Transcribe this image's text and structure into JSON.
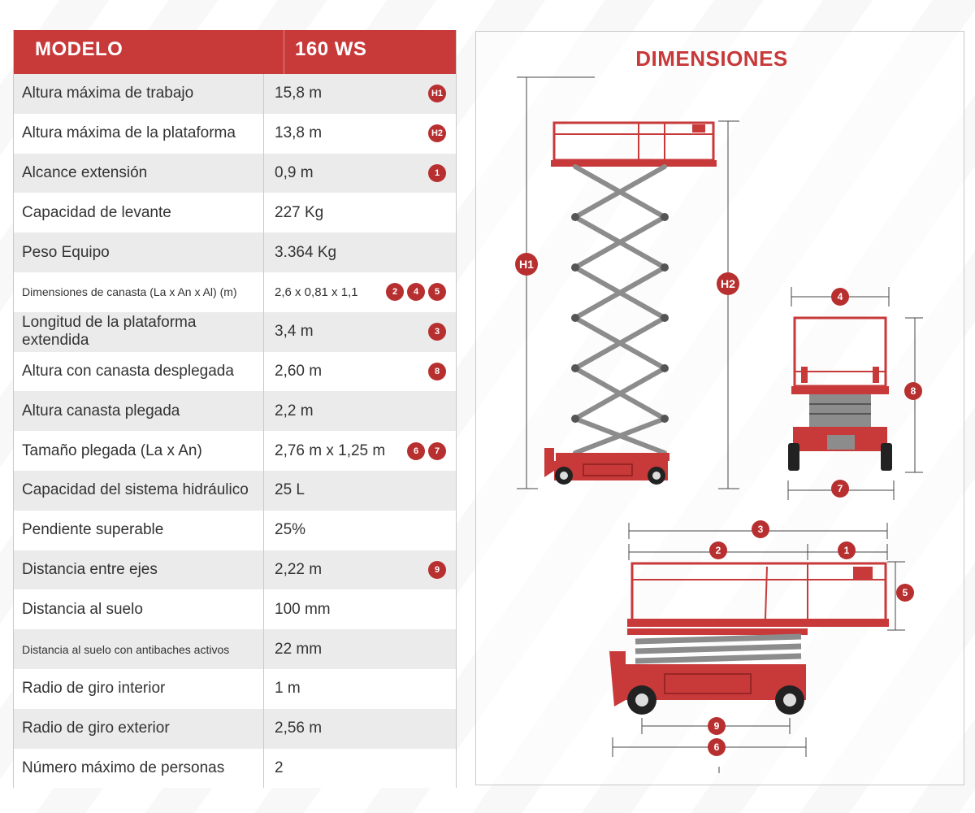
{
  "table": {
    "header_label": "MODELO",
    "header_value": "160 WS",
    "rows": [
      {
        "label": "Altura máxima de trabajo",
        "value": "15,8 m",
        "badges": [
          "H1"
        ]
      },
      {
        "label": "Altura máxima de la plataforma",
        "value": "13,8 m",
        "badges": [
          "H2"
        ]
      },
      {
        "label": "Alcance extensión",
        "value": "0,9 m",
        "badges": [
          "1"
        ]
      },
      {
        "label": "Capacidad de levante",
        "value": "227 Kg",
        "badges": []
      },
      {
        "label": "Peso Equipo",
        "value": "3.364 Kg",
        "badges": []
      },
      {
        "label": "Dimensiones de canasta (La x An x Al) (m)",
        "value": "2,6 x 0,81 x 1,1",
        "badges": [
          "2",
          "4",
          "5"
        ]
      },
      {
        "label": "Longitud de la plataforma extendida",
        "value": "3,4 m",
        "badges": [
          "3"
        ]
      },
      {
        "label": "Altura con canasta desplegada",
        "value": "2,60 m",
        "badges": [
          "8"
        ]
      },
      {
        "label": "Altura canasta plegada",
        "value": "2,2 m",
        "badges": []
      },
      {
        "label": "Tamaño plegada (La x An)",
        "value": "2,76 m x 1,25 m",
        "badges": [
          "6",
          "7"
        ]
      },
      {
        "label": "Capacidad del sistema hidráulico",
        "value": "25 L",
        "badges": []
      },
      {
        "label": "Pendiente superable",
        "value": "25%",
        "badges": []
      },
      {
        "label": "Distancia entre ejes",
        "value": "2,22 m",
        "badges": [
          "9"
        ]
      },
      {
        "label": "Distancia al suelo",
        "value": "100 mm",
        "badges": []
      },
      {
        "label": "Distancia al suelo con antibaches activos",
        "value": "22 mm",
        "badges": []
      },
      {
        "label": "Radio de giro interior",
        "value": "1 m",
        "badges": []
      },
      {
        "label": "Radio de giro exterior",
        "value": "2,56 m",
        "badges": []
      },
      {
        "label": "Número máximo de personas",
        "value": "2",
        "badges": []
      }
    ]
  },
  "dimensions": {
    "title": "DIMENSIONES",
    "markers": [
      "H1",
      "H2",
      "1",
      "2",
      "3",
      "4",
      "5",
      "6",
      "7",
      "8",
      "9"
    ]
  },
  "colors": {
    "accent": "#c8393a",
    "badge": "#b82f30",
    "scissor_grey": "#8c8c8c"
  }
}
